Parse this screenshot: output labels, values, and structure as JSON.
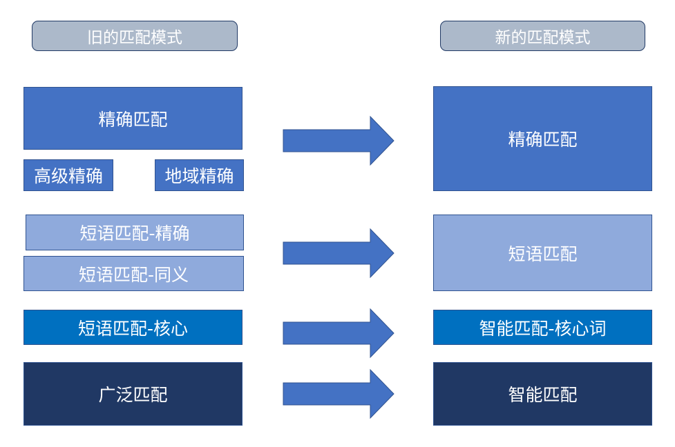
{
  "headers": {
    "old": "旧的匹配模式",
    "new": "新的匹配模式"
  },
  "old_modes": {
    "exact": "精确匹配",
    "advanced_exact": "高级精确",
    "geo_exact": "地域精确",
    "phrase_exact": "短语匹配-精确",
    "phrase_synonym": "短语匹配-同义",
    "phrase_core": "短语匹配-核心",
    "broad": "广泛匹配"
  },
  "new_modes": {
    "exact": "精确匹配",
    "phrase": "短语匹配",
    "smart_core": "智能匹配-核心词",
    "smart": "智能匹配"
  },
  "colors": {
    "exact_blue": "#4472c4",
    "phrase_light": "#8faadc",
    "core_blue": "#0070c0",
    "broad_navy": "#203864",
    "arrow": "#4472c4",
    "header_fill": "#acb9ca"
  }
}
